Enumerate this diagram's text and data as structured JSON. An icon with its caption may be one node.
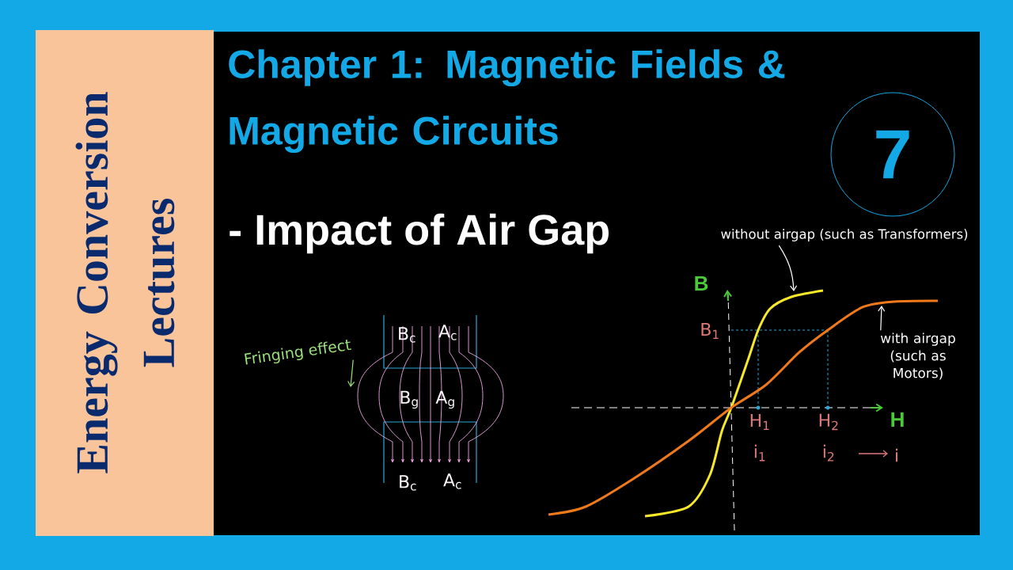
{
  "diagram": {
    "title": "Chapter 1: Magnetic Fields & Magnetic Circuits",
    "nodes": [
      {
        "text": [
          "Energy Conversion Lectures"
        ]
      },
      {
        "text": [
          "7"
        ]
      },
      {
        "text": [
          "Fringing effect"
        ]
      },
      {
        "text": [
          "without airgap (such as Transformers)"
        ]
      },
      {
        "text": [
          "with airgap (such as Motors)"
        ]
      }
    ],
    "edges": [
      {
        "from": 2,
        "to": null,
        "arrow": "to",
        "color": "#9be07a"
      },
      {
        "from": 3,
        "to": null,
        "arrow": "to"
      },
      {
        "from": 4,
        "to": null,
        "arrow": "to"
      }
    ],
    "labels": [
      "- Impact of Air Gap",
      "B$_{c}$",
      "A$_{c}$",
      "B$_{g}$",
      "A$_{g}$",
      "B$_{c}$",
      "A$_{c}$",
      "B",
      "B$_{1}$",
      "H$_{1}$",
      "H$_{2}$",
      "H",
      "i$_{1}$",
      "i$_{2}$",
      "i"
    ]
  }
}
